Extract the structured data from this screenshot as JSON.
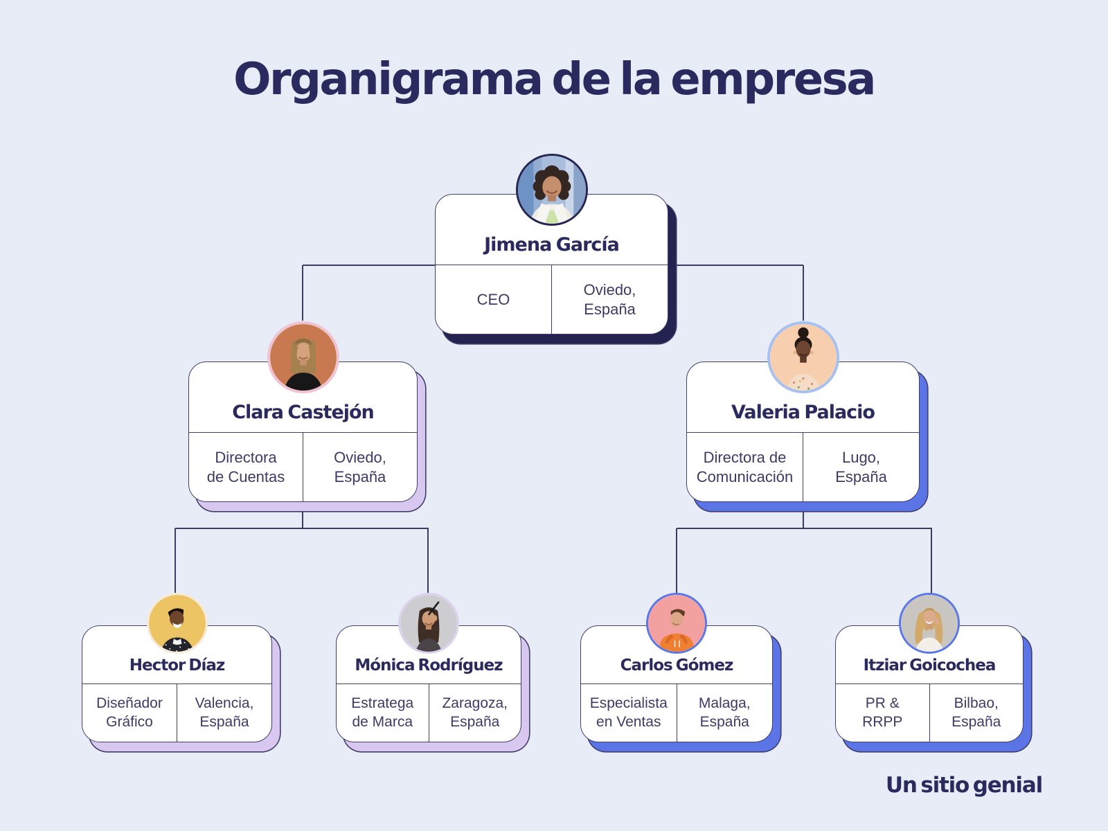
{
  "title": "Organigrama de la empresa",
  "footer": "Un sitio genial",
  "colors": {
    "bg": "#e8ecf7",
    "ink": "#2b2a5e",
    "text": "#3c3b66",
    "line": "#3c3b64",
    "card-border": "#403d6b",
    "shadow-navy": "#232250",
    "shadow-lavender": "#d8c8ef",
    "shadow-blue": "#5b75e6",
    "avatar-border-navy": "#262553",
    "avatar-border-pink": "#f0c3d2",
    "avatar-border-lightblue": "#a6c1ef",
    "avatar-border-cream": "#f6ead9",
    "avatar-border-lavender": "#ddd2ee",
    "avatar-border-blue": "#5b76e6"
  },
  "org": {
    "ceo": {
      "name": "Jimena García",
      "role": "CEO",
      "location": "Oviedo,\nEspaña"
    },
    "clara": {
      "name": "Clara Castejón",
      "role": "Directora\nde Cuentas",
      "location": "Oviedo,\nEspaña"
    },
    "valeria": {
      "name": "Valeria Palacio",
      "role": "Directora de\nComunicación",
      "location": "Lugo,\nEspaña"
    },
    "hector": {
      "name": "Hector Díaz",
      "role": "Diseñador\nGráfico",
      "location": "Valencia,\nEspaña"
    },
    "monica": {
      "name": "Mónica Rodríguez",
      "role": "Estratega\nde Marca",
      "location": "Zaragoza,\nEspaña"
    },
    "carlos": {
      "name": "Carlos Gómez",
      "role": "Especialista\nen Ventas",
      "location": "Malaga,\nEspaña"
    },
    "itziar": {
      "name": "Itziar Goicochea",
      "role": "PR &\nRRPP",
      "location": "Bilbao,\nEspaña"
    }
  }
}
